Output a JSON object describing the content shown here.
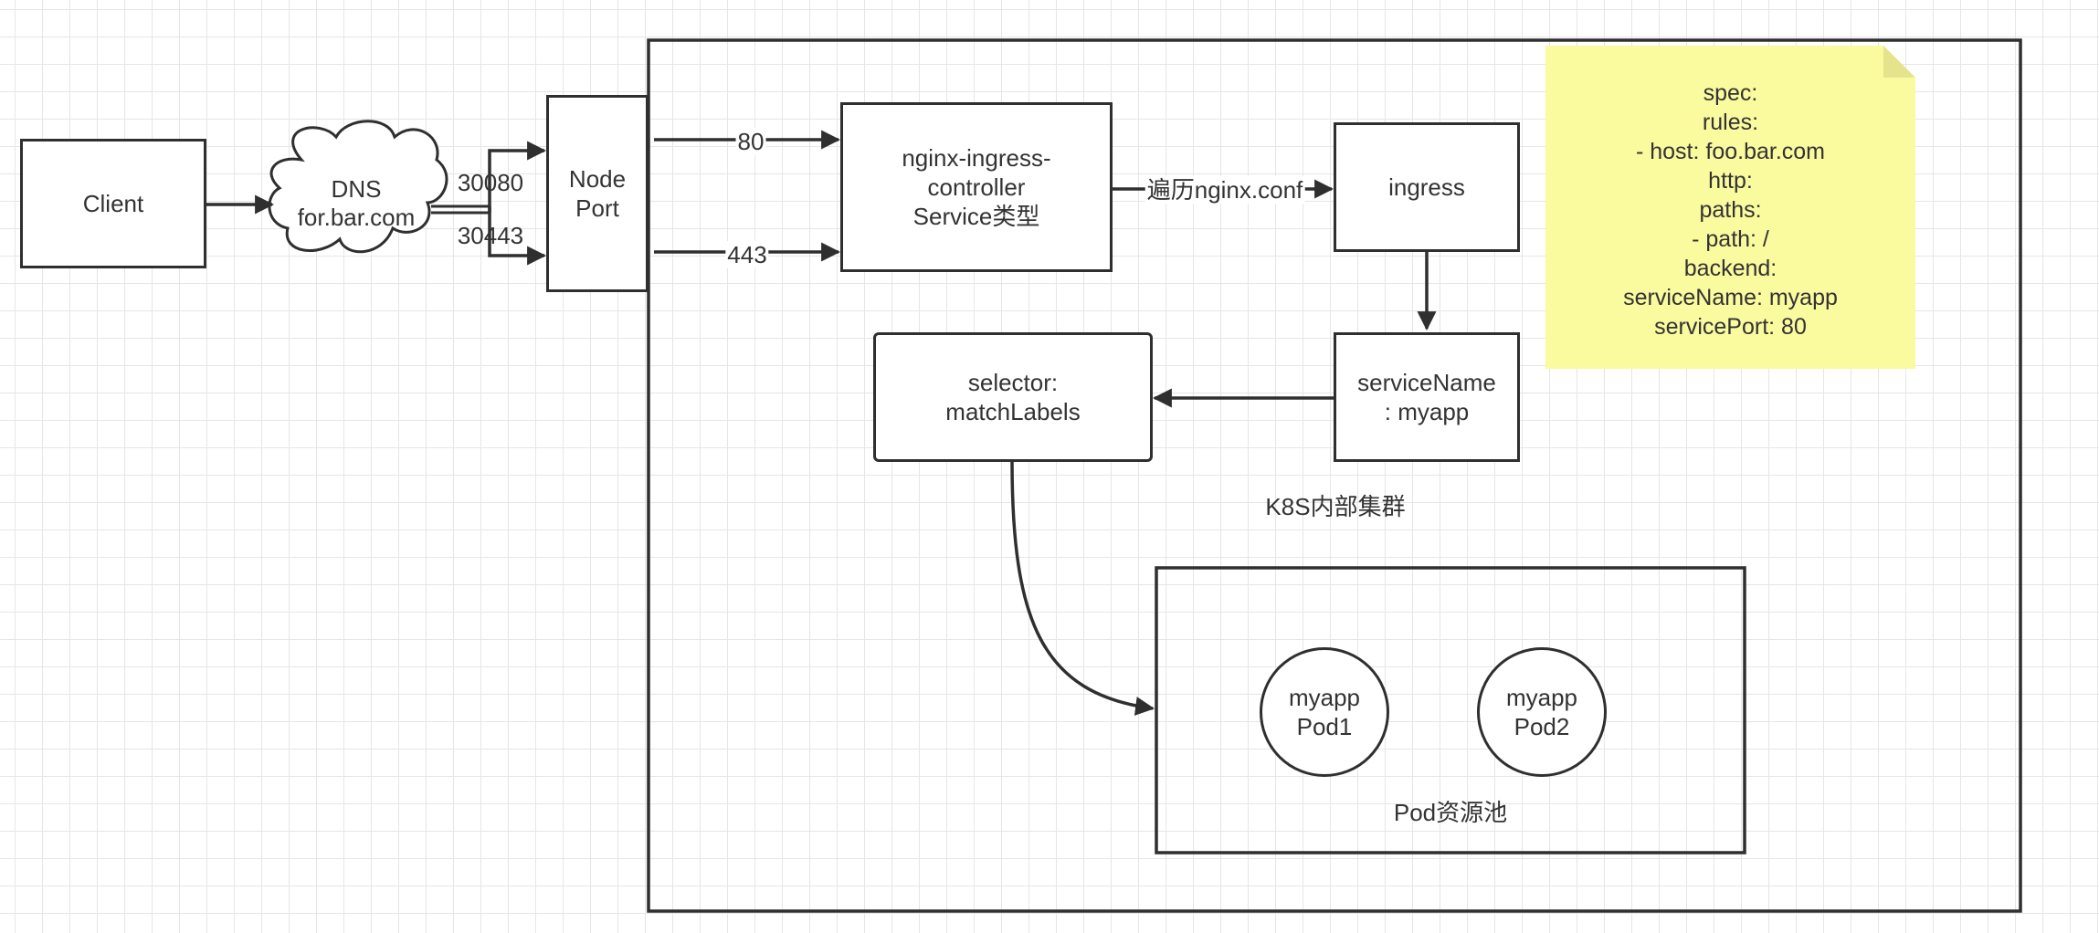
{
  "diagram": {
    "client": "Client",
    "dns": {
      "line1": "DNS",
      "line2": "for.bar.com"
    },
    "node_port": {
      "line1": "Node",
      "line2": "Port"
    },
    "port_30080": "30080",
    "port_30443": "30443",
    "port_80": "80",
    "port_443": "443",
    "controller": {
      "line1": "nginx-ingress-",
      "line2": "controller",
      "line3": "Service类型"
    },
    "traverse_label": "遍历nginx.conf",
    "ingress": "ingress",
    "service_name": {
      "line1": "serviceName",
      "line2": ": myapp"
    },
    "selector": {
      "line1": "selector:",
      "line2": "matchLabels"
    },
    "cluster_label": "K8S内部集群",
    "pod_pool_label": "Pod资源池",
    "pods": [
      {
        "line1": "myapp",
        "line2": "Pod1"
      },
      {
        "line1": "myapp",
        "line2": "Pod2"
      }
    ],
    "note": {
      "lines": [
        "spec:",
        "rules:",
        "- host: foo.bar.com",
        "http:",
        "paths:",
        "- path: /",
        "backend:",
        "serviceName: myapp",
        "servicePort: 80"
      ]
    }
  },
  "colors": {
    "stroke": "#2f2f2f",
    "note_fill": "#fafa9e",
    "grid": "#e6e6e6"
  }
}
